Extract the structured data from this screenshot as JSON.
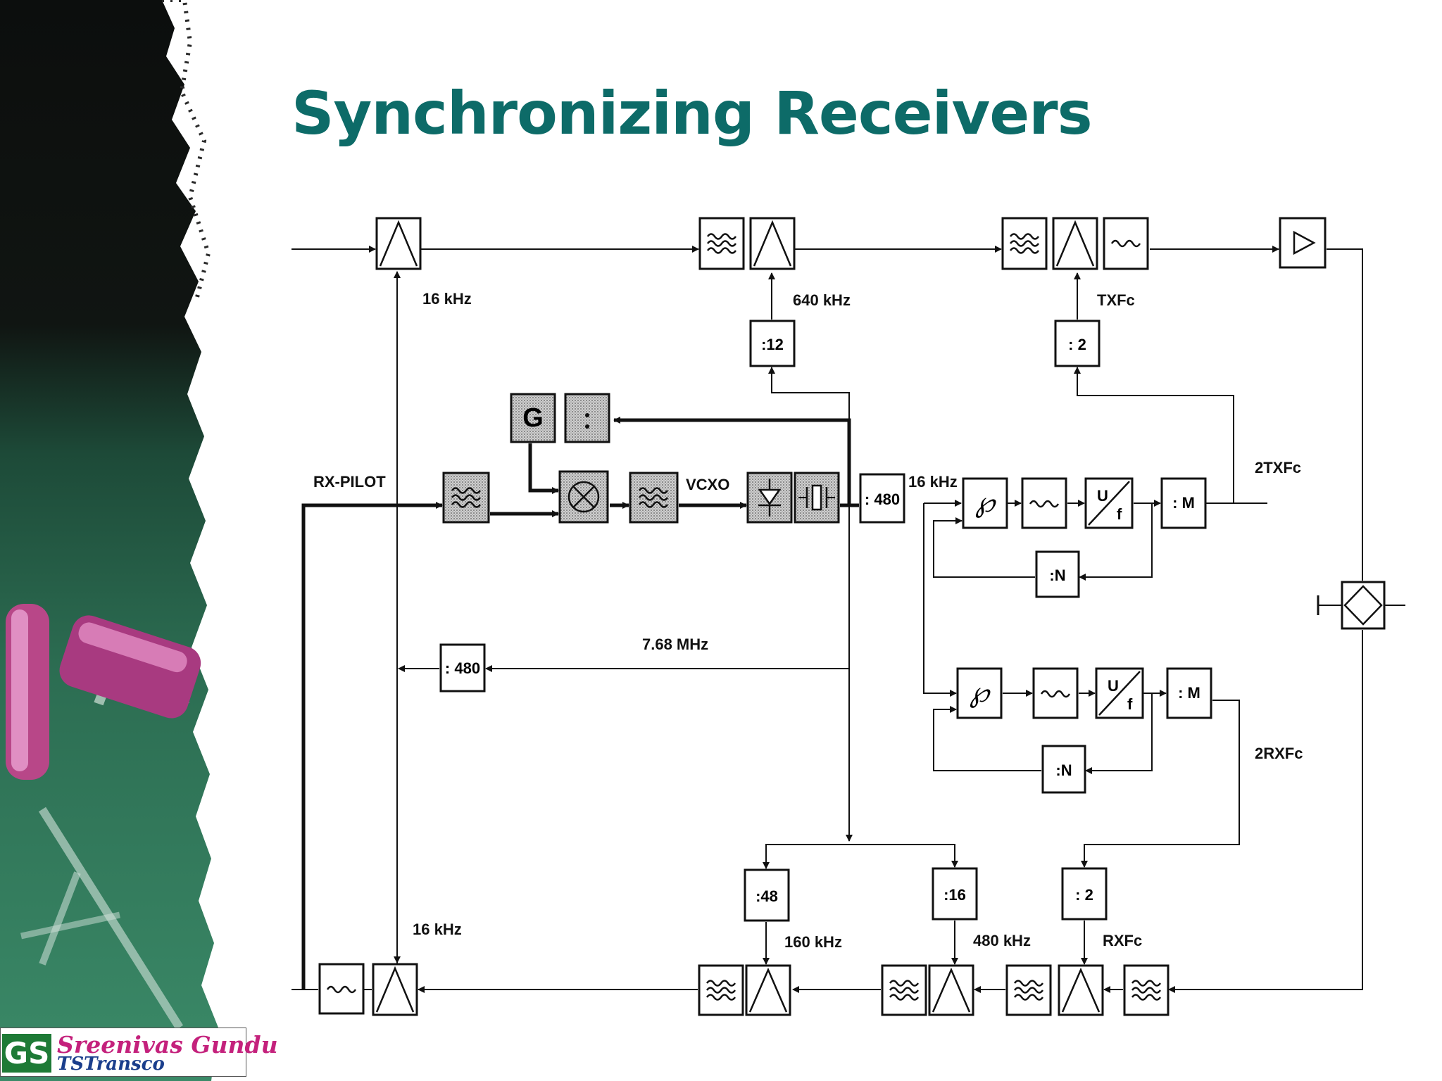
{
  "slide": {
    "title": "Synchronizing Receivers"
  },
  "diagram": {
    "labels": {
      "rx_pilot": "RX-PILOT",
      "vcxo": "VCXO",
      "f16k_top": "16 kHz",
      "f640k": "640 kHz",
      "txfc": "TXFc",
      "f16k_mid": "16 kHz",
      "twotxfc": "2TXFc",
      "f768m": "7.68 MHz",
      "tworxfc": "2RXFc",
      "f16k_bot": "16 kHz",
      "f160k": "160 kHz",
      "f480k": "480 kHz",
      "rxfc": "RXFc"
    },
    "blocks": {
      "div12": ":12",
      "div2_top": ": 2",
      "gen": "G",
      "div480_a": ": 480",
      "div480_b": ": 480",
      "divM_a": ": M",
      "divN_a": ":N",
      "divM_b": ": M",
      "divN_b": ":N",
      "div48": ":48",
      "div16": ":16",
      "div2_bot": ": 2",
      "uf_u": "U",
      "uf_f": "f"
    }
  },
  "logo": {
    "initials": "GS",
    "name": "Sreenivas Gundu",
    "org": "TSTransco"
  }
}
